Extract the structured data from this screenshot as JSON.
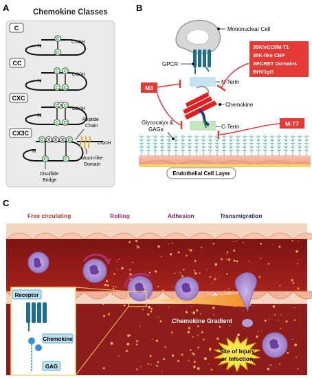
{
  "panelA": {
    "letter": "A",
    "title": "Chemokine Classes",
    "classes": [
      {
        "name": "C"
      },
      {
        "name": "CC"
      },
      {
        "name": "CXC"
      },
      {
        "name": "CX3C"
      }
    ],
    "cys": "C",
    "x": "X",
    "n_term": "N",
    "c_term": "COOH",
    "peptide_chain": [
      "Peptide",
      "Chain"
    ],
    "mucin": [
      "Mucin-like",
      "Domain"
    ],
    "disulfide": [
      "Disulfide",
      "Bridge"
    ]
  },
  "panelB": {
    "letter": "B",
    "mononuclear": "Mononuclear Cell",
    "gpcr": "GPCR",
    "n_term": "N-Term",
    "c_term": "C-Term",
    "chemokine": "Chemokine",
    "glyco": [
      "Glycocalyx &",
      "GAGs"
    ],
    "endothelial": "Endothelial Cell Layer",
    "m3": "M3",
    "mt7": "M-T7",
    "box_lines": [
      "35K/vCCI/M-T1",
      "35K-like CBP",
      "SECRET Domains",
      "BHV1gG"
    ]
  },
  "panelC": {
    "letter": "C",
    "steps": [
      "Free circulating",
      "Rolling",
      "Adhesion",
      "Transmigration"
    ],
    "gradient": "Chemokine Gradient",
    "injury": [
      "Site of Injury",
      "or Infection"
    ],
    "receptor": "Receptor",
    "chemokine": "Chemokine",
    "gag": "GAG"
  },
  "colors": {
    "red": "#e53935",
    "green": "#2e7d32",
    "blue_cell": "#1f6f8b",
    "vessel": "#8b1a1a",
    "orange": "#f28c28",
    "yellow": "#ffe44d",
    "step_red": "#c0392b",
    "step_magenta": "#b03070",
    "step_purple": "#7a1f5c",
    "step_navy": "#1f2a6b"
  }
}
